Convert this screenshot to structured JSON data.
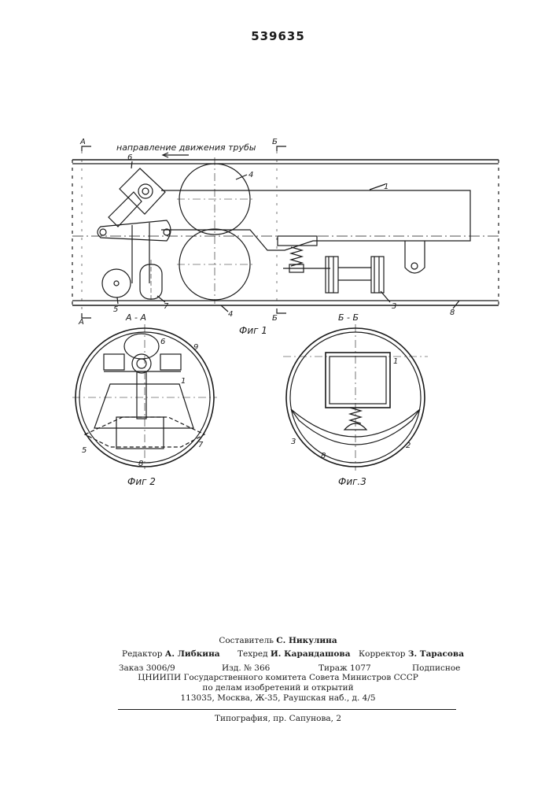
{
  "patent_number": "539635",
  "figure1": {
    "direction_text": "направление движения трубы",
    "section_a_top": "А",
    "section_a_bottom": "А",
    "section_b_top": "Б",
    "section_b_bottom": "Б",
    "caption": "Фиг 1",
    "labels": {
      "l1": "1",
      "l3": "3",
      "l4a": "4",
      "l4b": "4",
      "l5": "5",
      "l6": "6",
      "l7": "7",
      "l8": "8"
    }
  },
  "figure2": {
    "title": "А - А",
    "caption": "Фиг 2",
    "labels": {
      "l1": "1",
      "l5": "5",
      "l6": "6",
      "l7": "7",
      "l8": "8",
      "l9": "9"
    }
  },
  "figure3": {
    "title": "Б - Б",
    "caption": "Фиг.3",
    "labels": {
      "l1": "1",
      "l2": "2",
      "l3": "3",
      "l8": "8"
    }
  },
  "imprint": {
    "compiler_label": "Составитель",
    "compiler_name": "С. Никулина",
    "editor_label": "Редактор",
    "editor_name": "А. Либкина",
    "tech_label": "Техред",
    "tech_name": "И. Карандашова",
    "corrector_label": "Корректор",
    "corrector_name": "З. Тарасова",
    "order": "Заказ 3006/9",
    "edition": "Изд. № 366",
    "circulation": "Тираж 1077",
    "subscription": "Подписное",
    "org_line1": "ЦНИИПИ Государственного комитета Совета Министров СССР",
    "org_line2": "по делам изобретений и открытий",
    "address": "113035, Москва, Ж-35, Раушская наб., д. 4/5",
    "printer": "Типография, пр. Сапунова, 2"
  }
}
